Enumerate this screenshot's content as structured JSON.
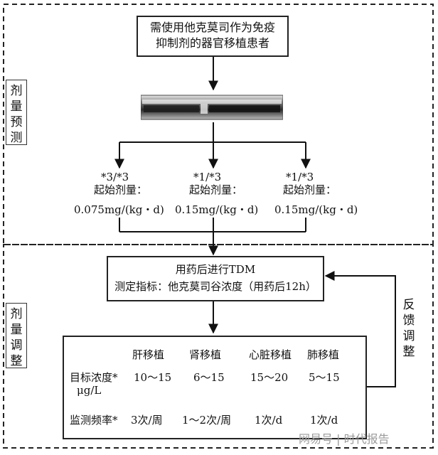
{
  "section_prediction": {
    "label": [
      "剂",
      "量",
      "预",
      "测"
    ]
  },
  "section_adjustment": {
    "label": [
      "剂",
      "量",
      "调",
      "整"
    ]
  },
  "feedback": {
    "label": [
      "反",
      "馈",
      "调",
      "整"
    ]
  },
  "patient_box": {
    "line1": "需使用他克莫司作为免疫",
    "line2": "抑制剂的器官移植患者"
  },
  "genotypes": [
    {
      "genotype": "*3/*3",
      "label": "起始剂量：",
      "dose": "0.075mg/(kg・d)"
    },
    {
      "genotype": "*1/*3",
      "label": "起始剂量：",
      "dose": "0.15mg/(kg・d)"
    },
    {
      "genotype": "*1/*3",
      "label": "起始剂量：",
      "dose": "0.15mg/(kg・d)"
    }
  ],
  "tdm_box": {
    "line1": "用药后进行TDM",
    "line2": "测定指标：他克莫司谷浓度（用药后12h）"
  },
  "table": {
    "columns": [
      "肝移植",
      "肾移植",
      "心脏移植",
      "肺移植"
    ],
    "row1_label_a": "目标浓度*",
    "row1_label_b": "μg/L",
    "row1_values": [
      "10～15",
      "6～15",
      "15～20",
      "5～15"
    ],
    "row2_label": "监测频率*",
    "row2_values": [
      "3次/周",
      "1～2次/周",
      "1次/d",
      "1次/d"
    ]
  },
  "watermark": "网易号 | 时代报告"
}
